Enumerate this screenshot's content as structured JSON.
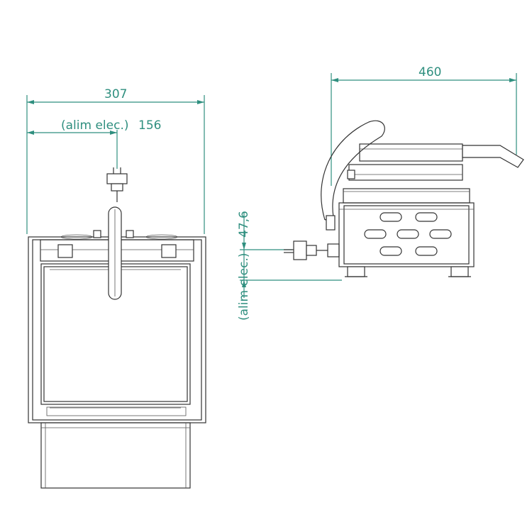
{
  "front_view": {
    "width_label": "307",
    "plug_label": "(alim elec.)",
    "plug_offset_label": "156"
  },
  "side_view": {
    "depth_label": "460",
    "plug_height_label": "47,6",
    "plug_vertical_label": "(alim elec.)"
  },
  "colors": {
    "dimension": "#2f8f7f",
    "outline": "#333333"
  }
}
